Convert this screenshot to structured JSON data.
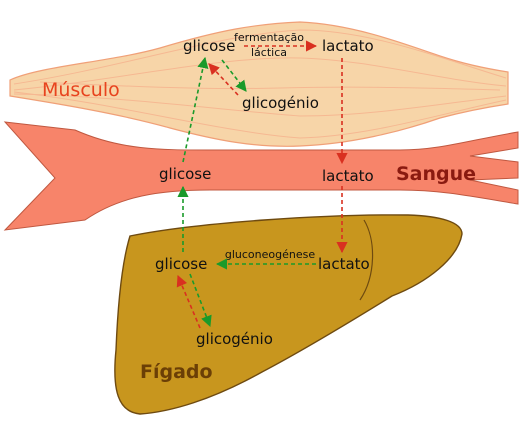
{
  "colors": {
    "muscle_fill": "#f7d5a8",
    "muscle_stroke": "#f0a078",
    "muscle_fiber": "#f6b892",
    "muscle_label": "#e8431e",
    "blood_fill": "#f7846a",
    "blood_stroke": "#c05840",
    "blood_label": "#8a1a10",
    "liver_fill": "#c8961e",
    "liver_stroke": "#6e4a10",
    "liver_label": "#6b3f06",
    "arrow_red": "#d93020",
    "arrow_green": "#1a9a2a"
  },
  "regions": {
    "muscle": "Músculo",
    "blood": "Sangue",
    "liver": "Fígado"
  },
  "muscle": {
    "glucose": "glicose",
    "lactate": "lactato",
    "glycogen": "glicogénio",
    "process_line1": "fermentação",
    "process_line2": "láctica"
  },
  "blood": {
    "glucose": "glicose",
    "lactate": "lactato"
  },
  "liver": {
    "glucose": "glicose",
    "lactate": "lactato",
    "glycogen": "glicogénio",
    "process": "gluconeogénese"
  }
}
